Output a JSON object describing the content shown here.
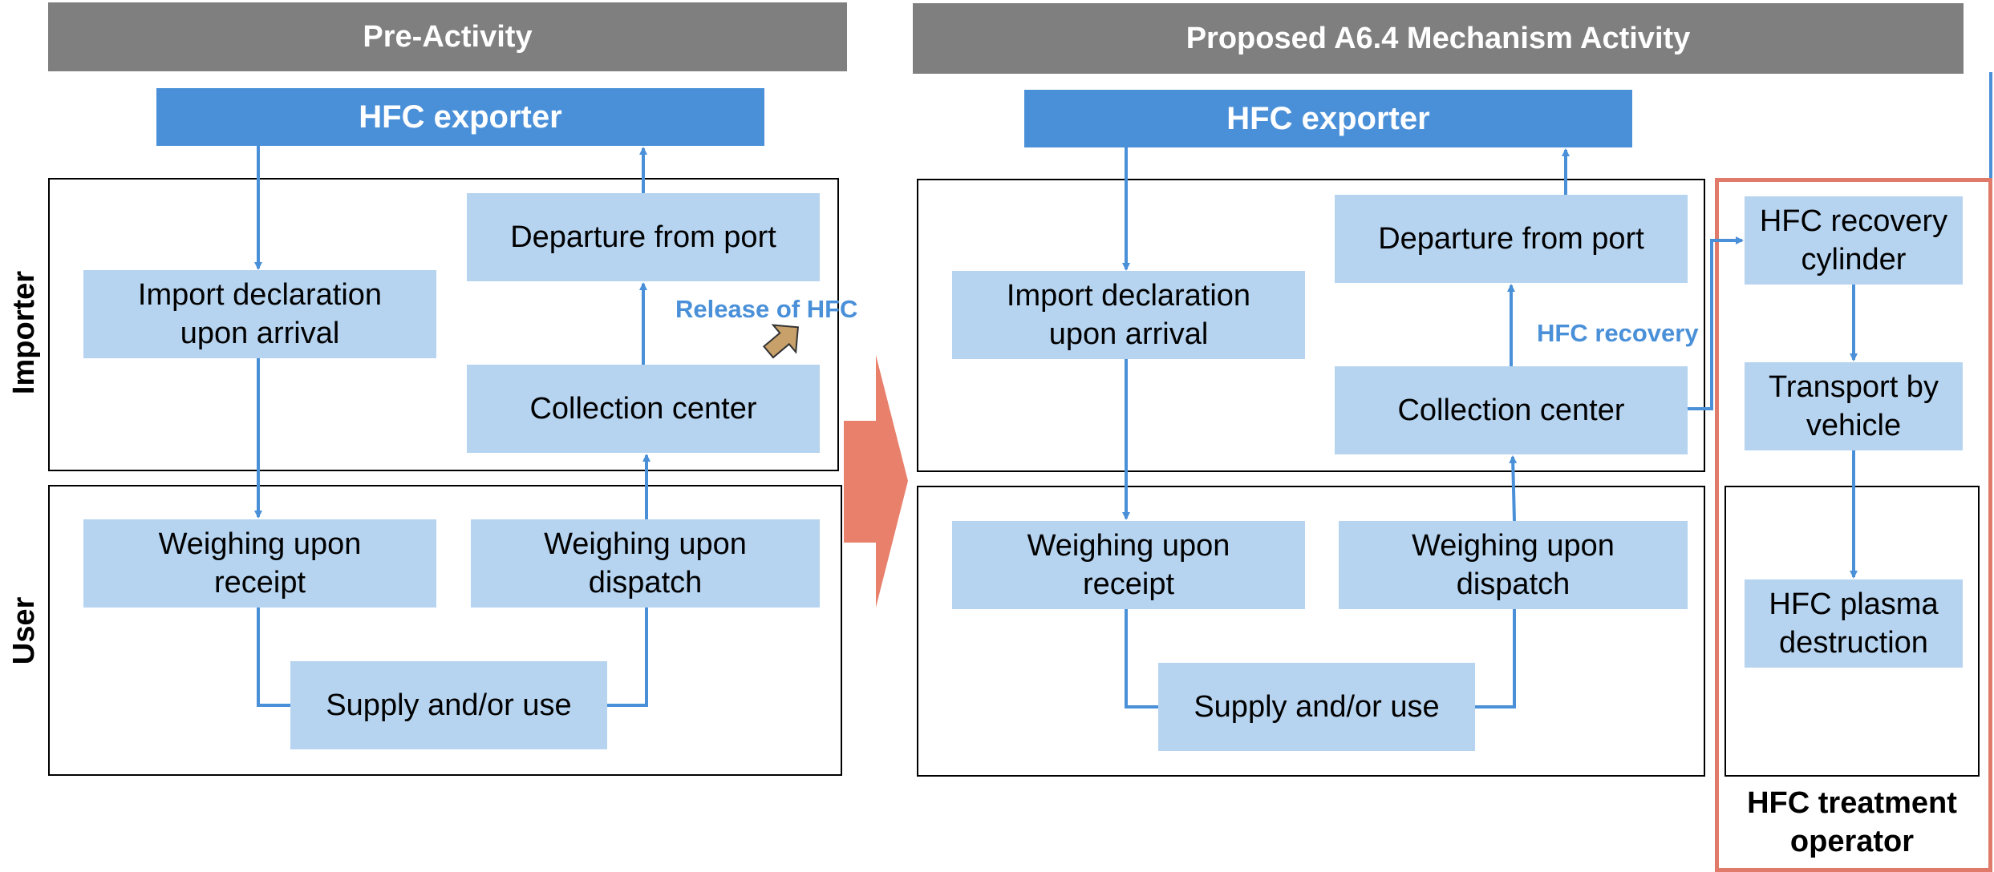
{
  "left_panel": {
    "header": "Pre-Activity",
    "exporter": "HFC exporter",
    "importer_label": "Importer",
    "user_label": "User",
    "boxes": {
      "import_declaration": "Import declaration\nupon arrival",
      "departure": "Departure from port",
      "collection": "Collection center",
      "weighing_receipt": "Weighing upon\nreceipt",
      "weighing_dispatch": "Weighing upon\ndispatch",
      "supply": "Supply and/or use"
    },
    "release_label": "Release of HFC"
  },
  "right_panel": {
    "header": "Proposed A6.4 Mechanism Activity",
    "exporter": "HFC exporter",
    "boxes": {
      "import_declaration": "Import declaration\nupon arrival",
      "departure": "Departure from port",
      "collection": "Collection center",
      "weighing_receipt": "Weighing upon\nreceipt",
      "weighing_dispatch": "Weighing upon\ndispatch",
      "supply": "Supply and/or use"
    },
    "recovery_label": "HFC recovery"
  },
  "treatment": {
    "recovery_cylinder": "HFC recovery\ncylinder",
    "transport": "Transport by\nvehicle",
    "plasma": "HFC plasma\ndestruction",
    "operator_label": "HFC treatment\noperator"
  },
  "colors": {
    "header_gray": "#7f7f7f",
    "exporter_blue": "#4a90d9",
    "box_light_blue": "#b6d4f0",
    "arrow_blue": "#4a90d9",
    "transition_arrow": "#e8806c",
    "operator_frame": "#e07a6a",
    "release_icon": "#c8a06a"
  }
}
